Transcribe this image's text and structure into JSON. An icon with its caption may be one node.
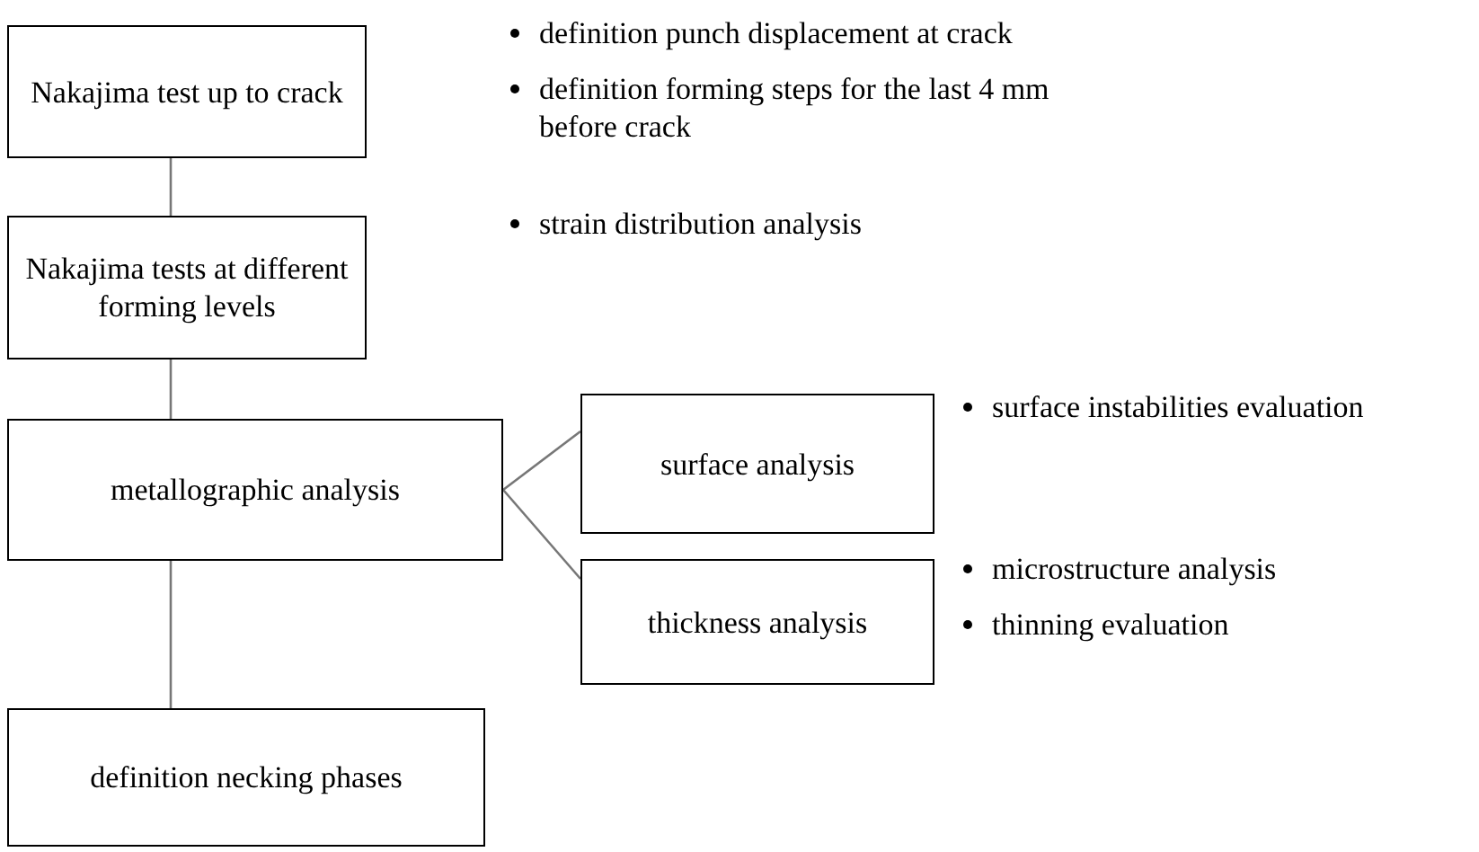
{
  "diagram": {
    "nodes": [
      {
        "text": [
          "Nakajima test up to crack"
        ]
      },
      {
        "text": [
          "Nakajima tests at different forming levels"
        ]
      },
      {
        "text": [
          "metallographic analysis"
        ]
      },
      {
        "text": [
          "surface analysis"
        ]
      },
      {
        "text": [
          "thickness analysis"
        ]
      },
      {
        "text": [
          "definition necking phases"
        ]
      }
    ],
    "edges": [
      {
        "from": 0,
        "to": 1,
        "arrow": "none"
      },
      {
        "from": 1,
        "to": 2,
        "arrow": "none"
      },
      {
        "from": 2,
        "to": 3,
        "arrow": "none"
      },
      {
        "from": 2,
        "to": 4,
        "arrow": "none"
      },
      {
        "from": 2,
        "to": 5,
        "arrow": "none"
      }
    ],
    "labels": [
      "definition punch displacement at crack",
      "definition forming steps for the last 4 mm before crack",
      "strain distribution analysis",
      "surface instabilities evaluation",
      "microstructure analysis",
      "thinning evaluation"
    ]
  }
}
